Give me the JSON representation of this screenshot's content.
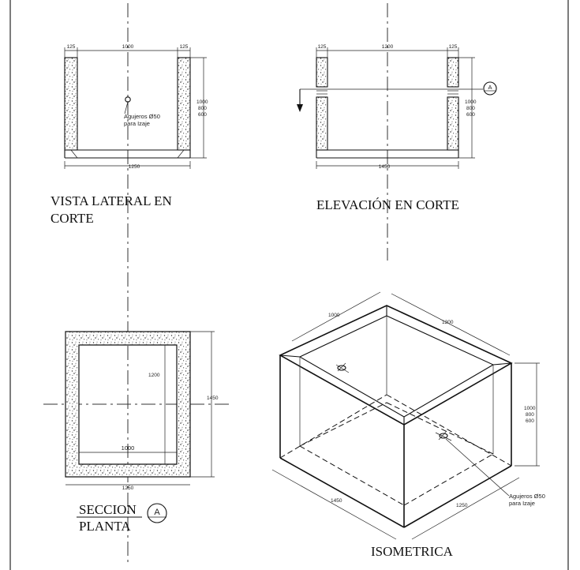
{
  "views": {
    "lateral": {
      "title_line1": "VISTA LATERAL EN",
      "title_line2": "CORTE",
      "dim_left": "125",
      "dim_center": "1000",
      "dim_right": "125",
      "dim_bottom": "1250",
      "heights": [
        "1000",
        "800",
        "600"
      ],
      "note_line1": "Agujeros Ø50",
      "note_line2": "para Izaje"
    },
    "elevation": {
      "title": "ELEVACIÓN EN CORTE",
      "dim_left": "125",
      "dim_center": "1200",
      "dim_right": "125",
      "dim_bottom": "1450",
      "heights": [
        "1000",
        "800",
        "600"
      ],
      "section_mark": "A"
    },
    "plan": {
      "title_line1": "SECCION",
      "title_line2": "PLANTA",
      "section_mark": "A",
      "dim_inner_width": "1000",
      "dim_inner_height": "1200",
      "dim_outer_height": "1450",
      "dim_bottom": "1250"
    },
    "isometric": {
      "title": "ISOMETRICA",
      "dim_top_left": "1000",
      "dim_top_right": "1200",
      "dim_bottom_left": "1450",
      "dim_bottom_right": "1250",
      "heights": [
        "1000",
        "800",
        "600"
      ],
      "note_line1": "Agujeros Ø50",
      "note_line2": "para Izaje"
    }
  }
}
